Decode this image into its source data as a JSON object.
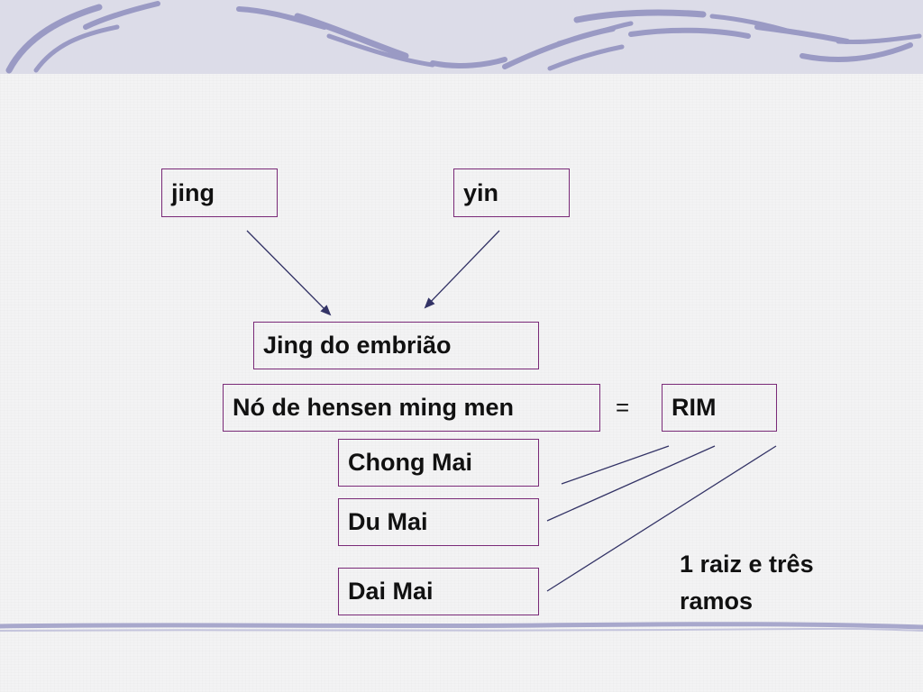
{
  "diagram": {
    "nodes": {
      "jing": "jing",
      "yin": "yin",
      "jing_embriao": "Jing do embrião",
      "no_hensen": "Nó de hensen ming men",
      "rim": "RIM",
      "chong_mai": "Chong Mai",
      "du_mai": "Du Mai",
      "dai_mai": "Dai Mai"
    },
    "equals_sign": "=",
    "annotation": {
      "line1": "1 raiz e três",
      "line2": "ramos"
    },
    "edges": [
      {
        "from": "jing",
        "to": "jing_embriao",
        "arrow": true
      },
      {
        "from": "yin",
        "to": "jing_embriao",
        "arrow": true
      },
      {
        "from": "rim",
        "to": "chong_mai",
        "arrow": false
      },
      {
        "from": "rim",
        "to": "du_mai",
        "arrow": false
      },
      {
        "from": "rim",
        "to": "dai_mai",
        "arrow": false
      }
    ],
    "colors": {
      "box_border": "#7a2a78",
      "text": "#111111",
      "line": "#333366",
      "header_band": "#dcdce8",
      "swirl": "#9898c0"
    }
  }
}
